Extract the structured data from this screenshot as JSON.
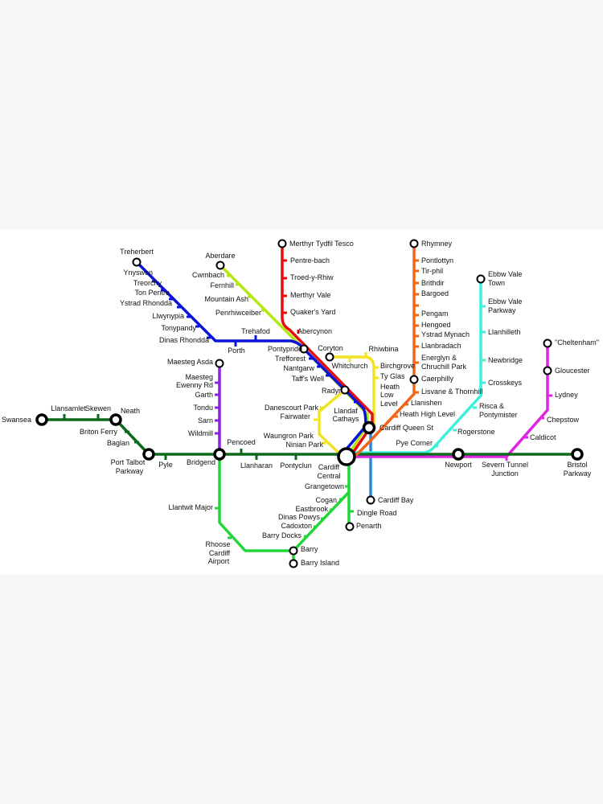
{
  "colors": {
    "mainline": "#0b6a1c",
    "rhondda": "#0a14d8",
    "aberdare": "#b4e614",
    "merthyr": "#e41010",
    "rhymney": "#f2661a",
    "ebbw": "#3cf0dc",
    "gloucester": "#e024e6",
    "coryton_city": "#f2e424",
    "vale": "#22d63a",
    "bay": "#2a86e0",
    "maesteg": "#8a24e0"
  },
  "stations": {
    "treherbert": "Treherbert",
    "ynyswen": "Ynyswen",
    "treorchy": "Treorchy",
    "ton_pentre": "Ton Pentre",
    "ystrad_rhondda": "Ystrad Rhondda",
    "llwynypia": "Llwynypia",
    "tonypandy": "Tonypandy",
    "dinas_rhondda": "Dinas Rhondda",
    "porth": "Porth",
    "trehafod": "Trehafod",
    "aberdare": "Aberdare",
    "cwmbach": "Cwmbach",
    "fernhill": "Fernhill",
    "mountain_ash": "Mountain Ash",
    "penrhiwceiber": "Penrhiwceiber",
    "merthyr": "Merthyr Tydfil Tesco",
    "pentre_bach": "Pentre-bach",
    "troed": "Troed-y-Rhiw",
    "merthyr_vale": "Merthyr Vale",
    "quakers": "Quaker's Yard",
    "abercynon": "Abercynon",
    "pontypridd": "Pontypridd",
    "treforest": "Trefforest",
    "nantgarw": "Nantgarw",
    "taffs_well": "Taff's Well",
    "radyr": "Radyr",
    "coryton": "Coryton",
    "whitchurch": "Whitchurch",
    "rhiwbina": "Rhiwbina",
    "birchgrove": "Birchgrove",
    "ty_glas": "Ty Glas",
    "heath_low": [
      "Heath",
      "Low",
      "Level"
    ],
    "danescourt": "Danescourt Park",
    "fairwater": "Fairwater",
    "waungron": "Waungron Park",
    "ninian": "Ninian Park",
    "llandaf": "Llandaf",
    "cathays": "Cathays",
    "queen_st": "Cardiff Queen St",
    "central": [
      "Cardiff",
      "Central"
    ],
    "rhymney": "Rhymney",
    "pontlottyn": "Pontlottyn",
    "tir_phil": "Tir-phil",
    "brithdir": "Brithdir",
    "bargoed": "Bargoed",
    "pengam": "Pengam",
    "hengoed": "Hengoed",
    "ystrad_mynach": "Ystrad Mynach",
    "llanbradach": "Llanbradach",
    "energlyn": [
      "Energlyn &",
      "Chruchill Park"
    ],
    "caerphilly": "Caerphilly",
    "lisvane": "Lisvane & Thornhill",
    "llanishen": "Llanishen",
    "heath_high": "Heath High Level",
    "ebbw_town": [
      "Ebbw Vale",
      "Town"
    ],
    "ebbw_parkway": [
      "Ebbw Vale",
      "Parkway"
    ],
    "llanhilleth": "Llanhilleth",
    "newbridge": "Newbridge",
    "crosskeys": "Crosskeys",
    "risca": [
      "Risca &",
      "Pontymister"
    ],
    "rogerstone": "Rogerstone",
    "pye_corner": "Pye Corner",
    "newport": "Newport",
    "severn": [
      "Severn Tunnel",
      "Junction"
    ],
    "bristol": [
      "Bristol",
      "Parkway"
    ],
    "cheltenham": "\"Cheltenham\"",
    "gloucester": "Gloucester",
    "lydney": "Lydney",
    "chepstow": "Chepstow",
    "caldicot": "Caldicot",
    "swansea": "Swansea",
    "llansamlet": "Llansamlet",
    "skewen": "Skewen",
    "neath": "Neath",
    "briton_ferry": "Briton Ferry",
    "baglan": "Baglan",
    "port_talbot": [
      "Port Talbot",
      "Parkway"
    ],
    "pyle": "Pyle",
    "bridgend": "Bridgend",
    "pencoed": "Pencoed",
    "llanharan": "Llanharan",
    "pontyclun": "Pontyclun",
    "maesteg_asda": "Maesteg Asda",
    "maesteg": [
      "Maesteg",
      "Ewenny Rd"
    ],
    "garth": "Garth",
    "tondu": "Tondu",
    "sarn": "Sarn",
    "wildmill": "Wildmill",
    "grangetown": "Grangetown",
    "cogan": "Cogan",
    "eastbrook": "Eastbrook",
    "dinas_powys": "Dinas Powys",
    "cadoxton": "Cadoxton",
    "barry_docks": "Barry Docks",
    "barry": "Barry",
    "barry_island": "Barry Island",
    "dingle_road": "Dingle Road",
    "penarth": "Penarth",
    "cardiff_bay": "Cardiff Bay",
    "llantwit": "Llantwit Major",
    "rhoose": [
      "Rhoose",
      "Cardiff",
      "Airport"
    ]
  }
}
